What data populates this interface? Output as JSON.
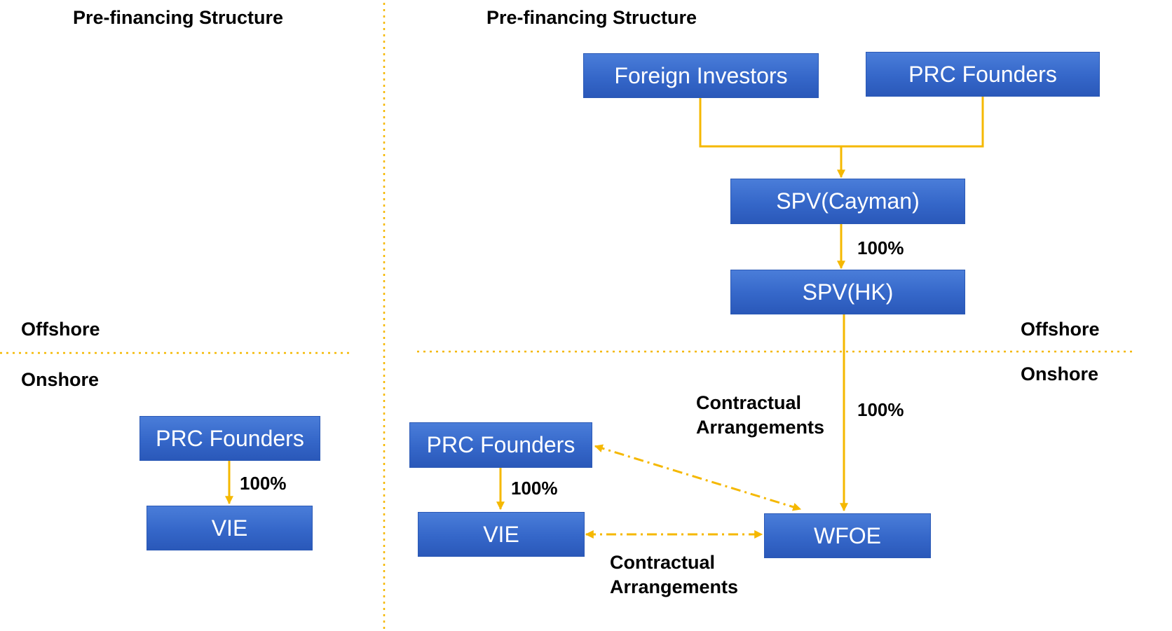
{
  "left_panel": {
    "title": "Pre-financing Structure",
    "offshore_label": "Offshore",
    "onshore_label": "Onshore",
    "boxes": {
      "prc_founders": "PRC Founders",
      "vie": "VIE"
    },
    "ownership_label": "100%"
  },
  "right_panel": {
    "title": "Pre-financing Structure",
    "offshore_label": "Offshore",
    "onshore_label": "Onshore",
    "boxes": {
      "foreign_investors": "Foreign Investors",
      "prc_founders_top": "PRC Founders",
      "spv_cayman": "SPV(Cayman)",
      "spv_hk": "SPV(HK)",
      "prc_founders": "PRC Founders",
      "vie": "VIE",
      "wfoe": "WFOE"
    },
    "ownership_cayman_hk": "100%",
    "ownership_hk_wfoe": "100%",
    "ownership_founders_vie": "100%",
    "contractual_upper": "Contractual Arrangements",
    "contractual_lower": "Contractual Arrangements"
  },
  "colors": {
    "box_fill": "#3567c9",
    "connector": "#f5b800",
    "divider": "#f5b800"
  }
}
